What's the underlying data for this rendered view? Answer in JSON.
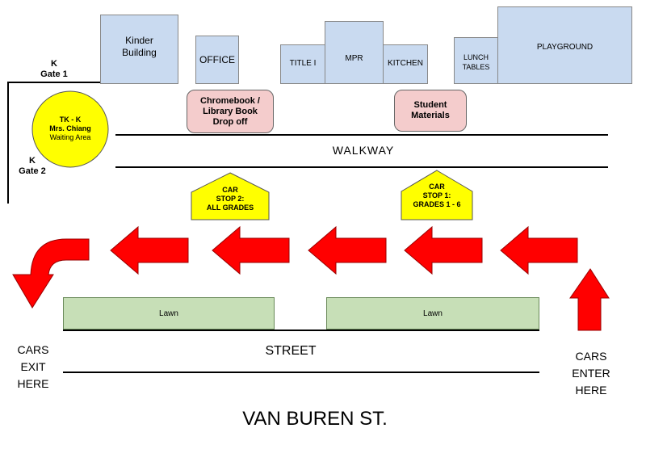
{
  "buildings": {
    "kinder": "Kinder Building",
    "office": "OFFICE",
    "title1": "TITLE I",
    "mpr": "MPR",
    "kitchen": "KITCHEN",
    "lunch": "LUNCH TABLES",
    "playground": "PLAYGROUND"
  },
  "gates": {
    "gate1_line1": "K",
    "gate1_line2": "Gate 1",
    "gate2_line1": "K",
    "gate2_line2": "Gate 2"
  },
  "waiting_area": {
    "line1": "TK - K",
    "line2": "Mrs. Chiang",
    "line3": "Waiting Area"
  },
  "dropoffs": {
    "chromebook": "Chromebook / Library Book Drop off",
    "materials": "Student Materials"
  },
  "walkway": "WALKWAY",
  "car_stops": {
    "stop2_line1": "CAR",
    "stop2_line2": "STOP 2:",
    "stop2_line3": "ALL GRADES",
    "stop1_line1": "CAR",
    "stop1_line2": "STOP 1:",
    "stop1_line3": "GRADES 1 - 6"
  },
  "lawns": {
    "left": "Lawn",
    "right": "Lawn"
  },
  "street": "STREET",
  "exit": {
    "line1": "CARS",
    "line2": "EXIT",
    "line3": "HERE"
  },
  "enter": {
    "line1": "CARS",
    "line2": "ENTER",
    "line3": "HERE"
  },
  "road_name": "VAN BUREN ST.",
  "colors": {
    "building": "#c9daf0",
    "dropoff": "#f4cccc",
    "waiting": "#ffff00",
    "arrow": "#ff0000",
    "lawn": "#c7dfb7"
  }
}
